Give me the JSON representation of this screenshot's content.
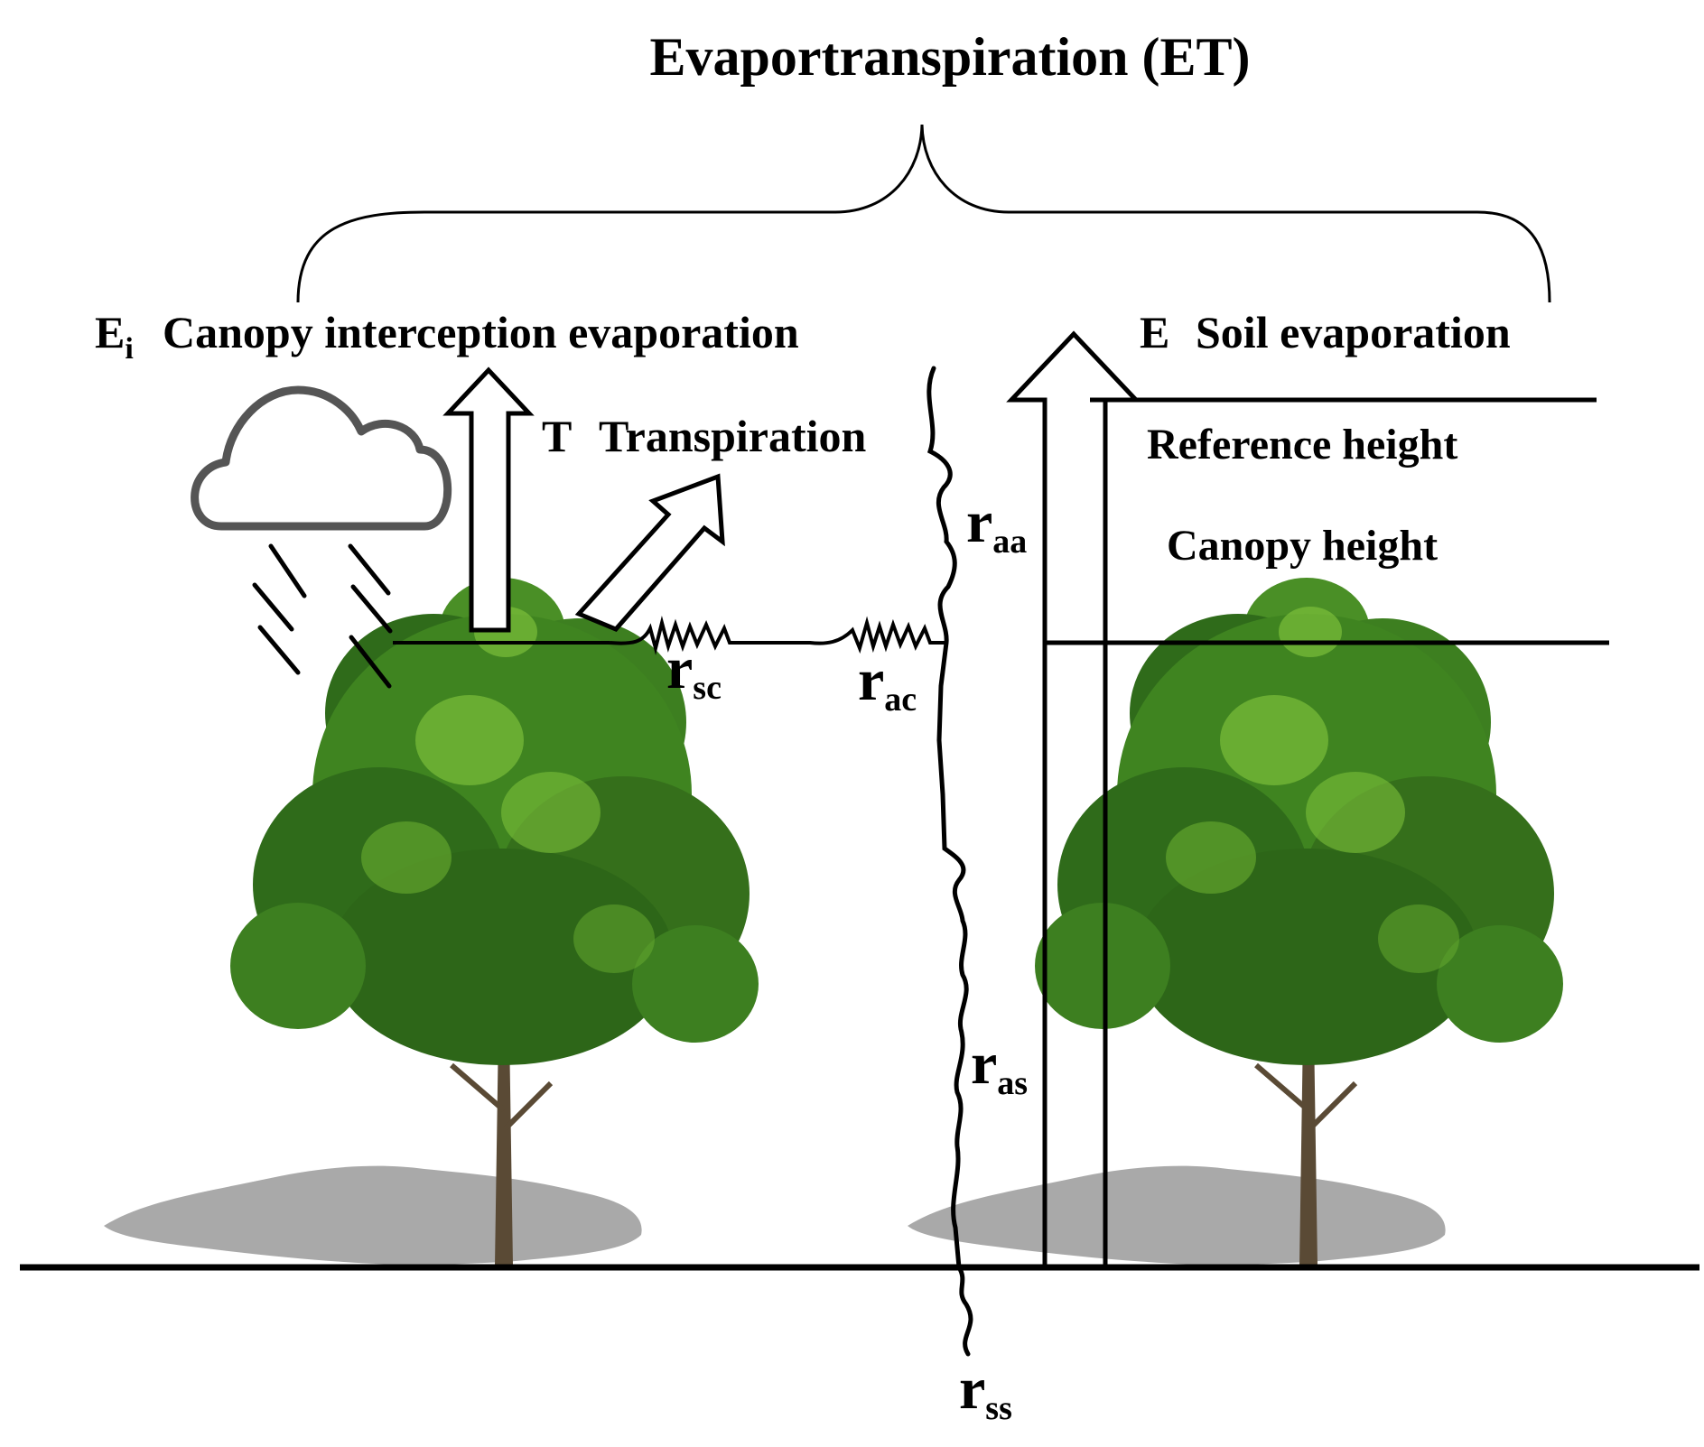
{
  "title": "Evaportranspiration (ET)",
  "labels": {
    "ei_symbol": "E",
    "ei_subscript": "i",
    "ei_text": "Canopy interception evaporation",
    "t_symbol": "T",
    "t_text": "Transpiration",
    "e_symbol": "E",
    "e_text": "Soil evaporation",
    "reference_height": "Reference height",
    "canopy_height": "Canopy height"
  },
  "resistances": {
    "r_sc": {
      "symbol": "r",
      "subscript": "sc"
    },
    "r_ac": {
      "symbol": "r",
      "subscript": "ac"
    },
    "r_aa": {
      "symbol": "r",
      "subscript": "aa"
    },
    "r_as": {
      "symbol": "r",
      "subscript": "as"
    },
    "r_ss": {
      "symbol": "r",
      "subscript": "ss"
    }
  },
  "colors": {
    "foliage_dark": "#2f6b1a",
    "foliage_mid": "#4a8f26",
    "foliage_light": "#7cbf3a",
    "trunk": "#5a4a35",
    "shadow": "#9a9a9a",
    "cloud": "#555555",
    "ink": "#000000"
  },
  "icons": [
    "cloud-icon",
    "rain-icon",
    "tree-icon",
    "arrow-up-icon",
    "arrow-diagonal-icon"
  ]
}
